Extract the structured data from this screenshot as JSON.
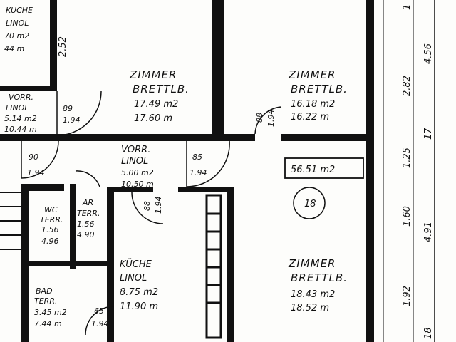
{
  "rooms": {
    "kueche_top": {
      "name": "KÜCHE",
      "floor": "LINOL",
      "area": "70 m2",
      "perimeter": "44 m"
    },
    "vorr_left": {
      "name": "VORR.",
      "floor": "LINOL",
      "area": "5.14 m2",
      "perimeter": "10.44 m"
    },
    "zimmer_a": {
      "name": "ZIMMER",
      "floor": "BRETTLB.",
      "area": "17.49 m2",
      "perimeter": "17.60 m"
    },
    "zimmer_b": {
      "name": "ZIMMER",
      "floor": "BRETTLB.",
      "area": "16.18 m2",
      "perimeter": "16.22 m"
    },
    "vorr_center": {
      "name": "VORR.",
      "floor": "LINOL",
      "area": "5.00 m2",
      "perimeter": "10.50 m"
    },
    "wc": {
      "name": "WC",
      "floor": "TERR.",
      "area": "1.56",
      "perimeter": "4.96"
    },
    "ar": {
      "name": "AR",
      "floor": "TERR.",
      "area": "1.56",
      "perimeter": "4.90"
    },
    "kueche_main": {
      "name": "KÜCHE",
      "floor": "LINOL",
      "area": "8.75 m2",
      "perimeter": "11.90 m"
    },
    "bad": {
      "name": "BAD",
      "floor": "TERR.",
      "area": "3.45 m2",
      "perimeter": "7.44 m"
    },
    "zimmer_c": {
      "name": "ZIMMER",
      "floor": "BRETTLB.",
      "area": "18.43 m2",
      "perimeter": "18.52 m"
    }
  },
  "total_area": "56.51 m2",
  "unit_number": "18",
  "doors": [
    {
      "width": "89",
      "height": "1.94"
    },
    {
      "width": "88",
      "height": "1.94"
    },
    {
      "width": "90",
      "height": "1.94"
    },
    {
      "width": "85",
      "height": "1.94"
    },
    {
      "width": "88",
      "height": "1.94"
    },
    {
      "width": "65",
      "height": "1.94"
    }
  ],
  "dimensions": {
    "left_wall": "2.52",
    "right_chain": [
      "1",
      "4.56",
      "2.82",
      "17",
      "1.25",
      "1.60",
      "4.91",
      "1.92",
      "18"
    ]
  }
}
